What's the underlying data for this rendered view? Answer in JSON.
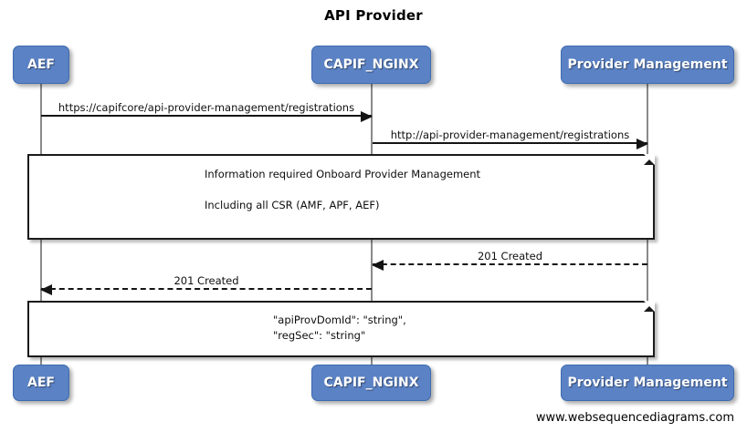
{
  "diagram": {
    "title": "API Provider",
    "footer": "www.websequencediagrams.com",
    "accent_color": "#5b82c4",
    "line_color": "#8a8a8a",
    "arrow_color": "#141414"
  },
  "participants": [
    {
      "id": "aef",
      "label": "AEF"
    },
    {
      "id": "capif_nginx",
      "label": "CAPIF_NGINX"
    },
    {
      "id": "provider_management",
      "label": "Provider Management"
    }
  ],
  "participants_bottom": [
    {
      "id": "aef",
      "label": "AEF"
    },
    {
      "id": "capif_nginx",
      "label": "CAPIF_NGINX"
    },
    {
      "id": "provider_management",
      "label": "Provider Management"
    }
  ],
  "messages": [
    {
      "id": "msg-1",
      "label": "https://capifcore/api-provider-management/registrations",
      "from": "AEF",
      "to": "CAPIF_NGINX",
      "direction": "right",
      "style": "solid"
    },
    {
      "id": "msg-2",
      "label": "http://api-provider-management/registrations",
      "from": "CAPIF_NGINX",
      "to": "Provider Management",
      "direction": "right",
      "style": "solid"
    },
    {
      "id": "msg-3",
      "label": "201 Created",
      "from": "Provider Management",
      "to": "CAPIF_NGINX",
      "direction": "left",
      "style": "dashed"
    },
    {
      "id": "msg-4",
      "label": "201 Created",
      "from": "CAPIF_NGINX",
      "to": "AEF",
      "direction": "left",
      "style": "dashed"
    }
  ],
  "notes": [
    {
      "id": "note-1",
      "line1": "Information required Onboard Provider Management",
      "line2": "Including all CSR (AMF, APF, AEF)"
    },
    {
      "id": "note-2",
      "line1": "\"apiProvDomId\": \"string\",",
      "line2": "\"regSec\": \"string\""
    }
  ]
}
